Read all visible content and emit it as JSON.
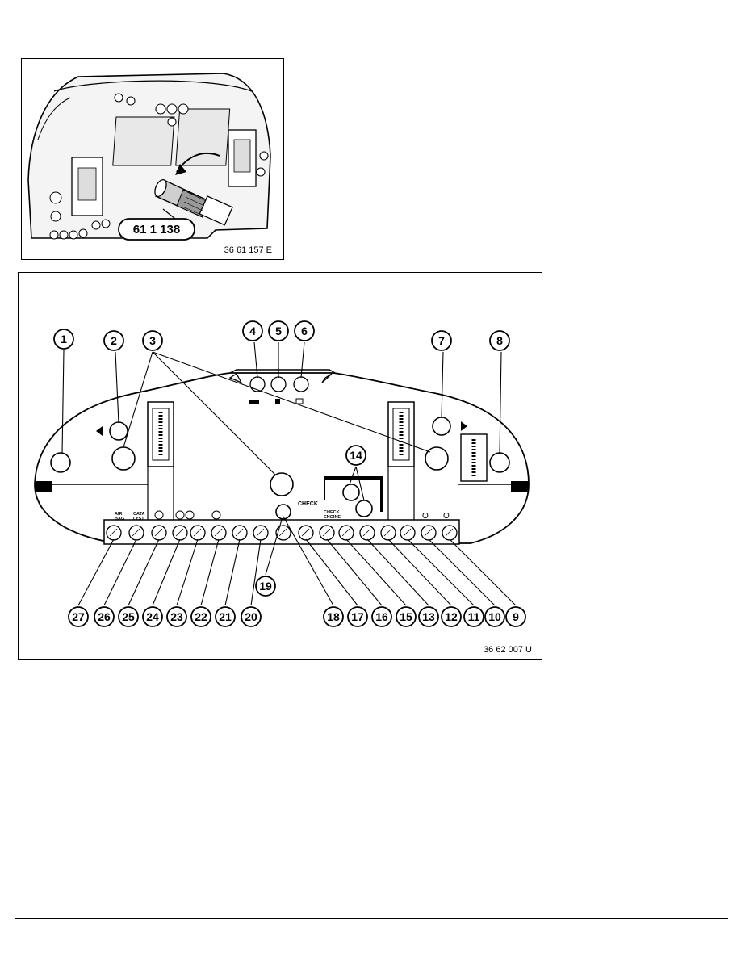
{
  "top_figure": {
    "tool_label": "61 1 138",
    "reference": "36 61 157 E"
  },
  "main_figure": {
    "reference": "36 62 007 U",
    "callouts": [
      "1",
      "2",
      "3",
      "4",
      "5",
      "6",
      "7",
      "8",
      "9",
      "10",
      "11",
      "12",
      "13",
      "14",
      "15",
      "16",
      "17",
      "18",
      "19",
      "20",
      "21",
      "22",
      "23",
      "24",
      "25",
      "26",
      "27"
    ],
    "labels": {
      "airbag_1": "AIR",
      "airbag_2": "BAG",
      "catalyst_1": "CATA",
      "catalyst_2": "LYST",
      "check": "CHECK",
      "check_engine_1": "CHECK",
      "check_engine_2": "ENGINE"
    }
  }
}
